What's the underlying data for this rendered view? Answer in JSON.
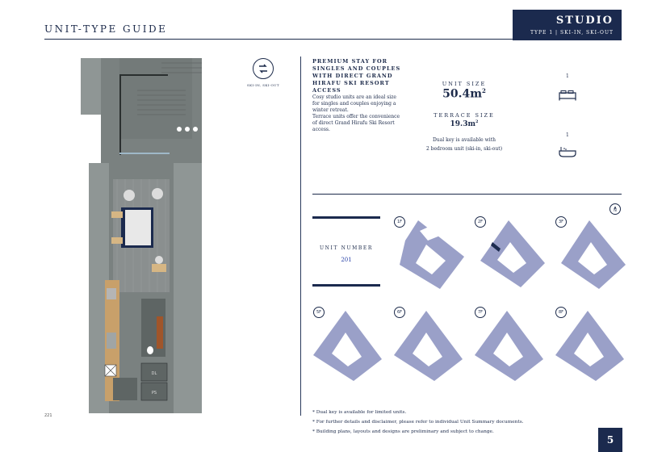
{
  "header": {
    "title": "UNIT-TYPE GUIDE",
    "badge_title": "STUDIO",
    "badge_subtitle": "TYPE 1 | SKI-IN, SKI-OUT"
  },
  "icons": {
    "ski": "ski-in-ski-out-icon",
    "bed": "bed-icon",
    "bath": "bathtub-icon",
    "north": "north-arrow-icon"
  },
  "ski_label": "SKI-IN, SKI-OUT",
  "intro": {
    "headline": "PREMIUM STAY FOR SINGLES AND COUPLES WITH DIRECT GRAND HIRAFU SKI RESORT ACCESS",
    "p1": "Cosy studio units are an ideal size for singles and couples enjoying a winter retreat.",
    "p2": "Terrace units offer the convenience of direct Grand Hirafu Ski Resort access."
  },
  "specs": {
    "unit_size_label": "UNIT SIZE",
    "unit_size_value": "50.4m",
    "terrace_size_label": "TERRACE SIZE",
    "terrace_size_value": "19.3m",
    "sup": "2",
    "bedrooms": "1",
    "bathrooms": "1",
    "dual_key_line1": "Dual key is available with",
    "dual_key_line2": "2 bedroom unit (ski-in, ski-out)"
  },
  "unit_number": {
    "label": "UNIT NUMBER",
    "value": "201"
  },
  "floors": [
    "1F",
    "2F",
    "3F",
    "5F",
    "6F",
    "7F",
    "8F"
  ],
  "north_label": "N",
  "plan_labels": [
    "DL",
    "PS"
  ],
  "notes": [
    "* Dual key is available for limited units.",
    "* For further details and disclaimer, please refer to individual Unit Summary documents.",
    "* Building plans, layouts and designs are preliminary and subject to change."
  ],
  "page_code": "221",
  "page_number": "5",
  "colors": {
    "navy": "#1b2a4e",
    "floor_fill": "#9aa0c8",
    "plan_gray": "#7a8180",
    "accent_blue": "#2a43a8"
  }
}
